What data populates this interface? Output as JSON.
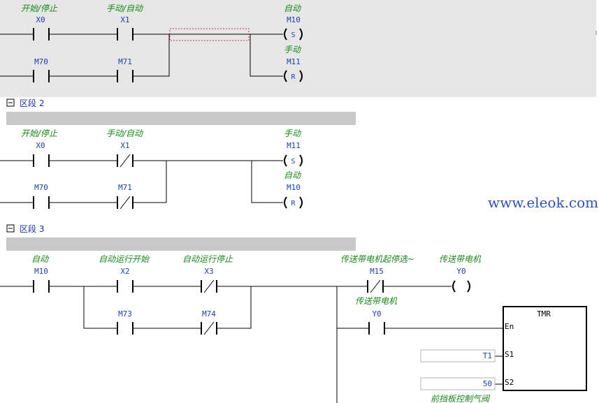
{
  "rung1": {
    "comments": {
      "x0": "开始/停止",
      "x1": "手动/自动",
      "m10": "自动",
      "m11": "手动"
    },
    "contacts": {
      "x0": "X0",
      "x1": "X1",
      "m70": "M70",
      "m71": "M71"
    },
    "coils": {
      "top_addr": "M10",
      "top_type": "S",
      "bottom_addr": "M11",
      "bottom_type": "R"
    }
  },
  "section2": {
    "label": "区段 2",
    "toggle": "−",
    "comments": {
      "x0": "开始/停止",
      "x1": "手动/自动",
      "m11": "手动",
      "m10": "自动"
    },
    "contacts": {
      "x0": "X0",
      "x1": "X1",
      "m70": "M70",
      "m71": "M71"
    },
    "coils": {
      "top_addr": "M11",
      "top_type": "S",
      "bottom_addr": "M10",
      "bottom_type": "R"
    }
  },
  "section3": {
    "label": "区段 3",
    "toggle": "−",
    "comments": {
      "m10": "自动",
      "x2": "自动运行开始",
      "x3": "自动运行停止",
      "m15": "传送带电机起停选~",
      "y0_coil": "传送带电机",
      "y0_contact": "传送带电机",
      "tmr_note": "前挡板控制气阀"
    },
    "contacts": {
      "m10": "M10",
      "x2": "X2",
      "x3": "X3",
      "m73": "M73",
      "m74": "M74",
      "m15": "M15",
      "y0": "Y0"
    },
    "coils": {
      "y0": "Y0"
    },
    "timer": {
      "title": "TMR",
      "en": "En",
      "s1": "S1",
      "s2": "S2",
      "s1_value": "T1",
      "s2_value": "50"
    }
  },
  "watermark": "www.eleok.com",
  "colors": {
    "comment": "#138a13",
    "address": "#1a3fb4",
    "selected_rung_bg": "#e6e6e6",
    "section_bar": "#c8c8c8",
    "selection_box": "#cc3333"
  }
}
